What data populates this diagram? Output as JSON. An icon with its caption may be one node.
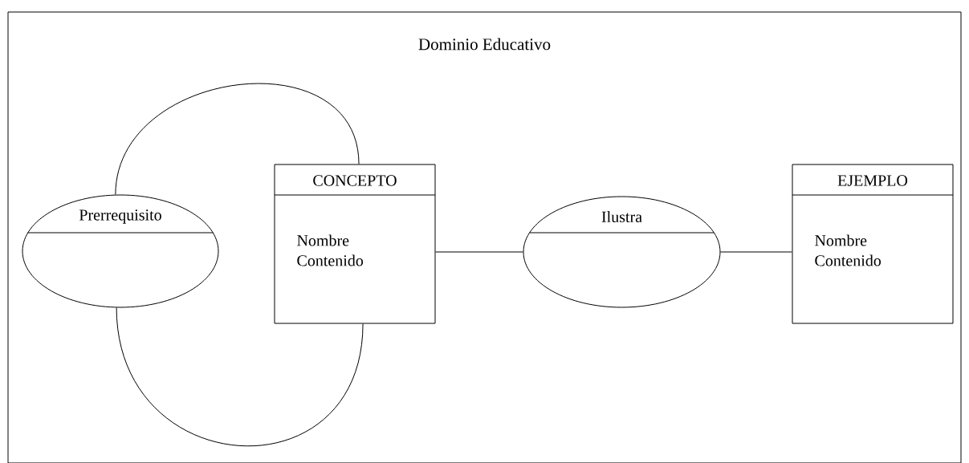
{
  "diagram": {
    "nodes": [
      {
        "text": [
          "Dominio Educativo"
        ]
      },
      {
        "text": [
          "Prerrequisito"
        ],
        "in": 0
      },
      {
        "text": [
          "CONCEPTO",
          "Nombre Contenido"
        ],
        "in": 0
      },
      {
        "text": [
          "Ilustra"
        ],
        "in": 0
      },
      {
        "text": [
          "EJEMPLO",
          "Nombre Contenido"
        ],
        "in": 0
      }
    ],
    "edges": [
      {
        "from": 1,
        "to": 2,
        "arrow": "none"
      },
      {
        "from": 1,
        "to": 2,
        "arrow": "none"
      },
      {
        "from": 2,
        "to": 3,
        "arrow": "none"
      },
      {
        "from": 3,
        "to": 4,
        "arrow": "none"
      }
    ]
  }
}
